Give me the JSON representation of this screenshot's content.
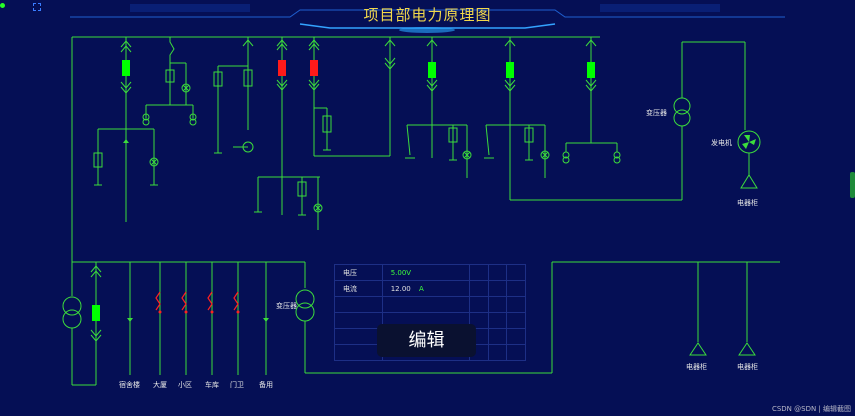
{
  "header": {
    "title": "项目部电力原理图"
  },
  "labels": {
    "transformer_right": "变压器",
    "generator": "发电机",
    "electric_cabinet": "电器柜",
    "transformer_bottom": "变压器",
    "electric_cabinet_2": "电器柜",
    "electric_cabinet_3": "电器柜"
  },
  "feeders": [
    "宿舍楼",
    "大厦",
    "小区",
    "车库",
    "门卫",
    "备用"
  ],
  "readings": {
    "voltage_label": "电压",
    "voltage_value": "5.00V",
    "current_label": "电流",
    "current_value": "12.00",
    "current_unit": "A"
  },
  "edit_button": "编辑",
  "watermark": "CSDN @SDN | 编辑截图",
  "colors": {
    "line": "#3cdc3c",
    "active": "#00ff00",
    "alarm": "#ff1a1a",
    "background": "#050f55",
    "title": "#f2d84b"
  }
}
